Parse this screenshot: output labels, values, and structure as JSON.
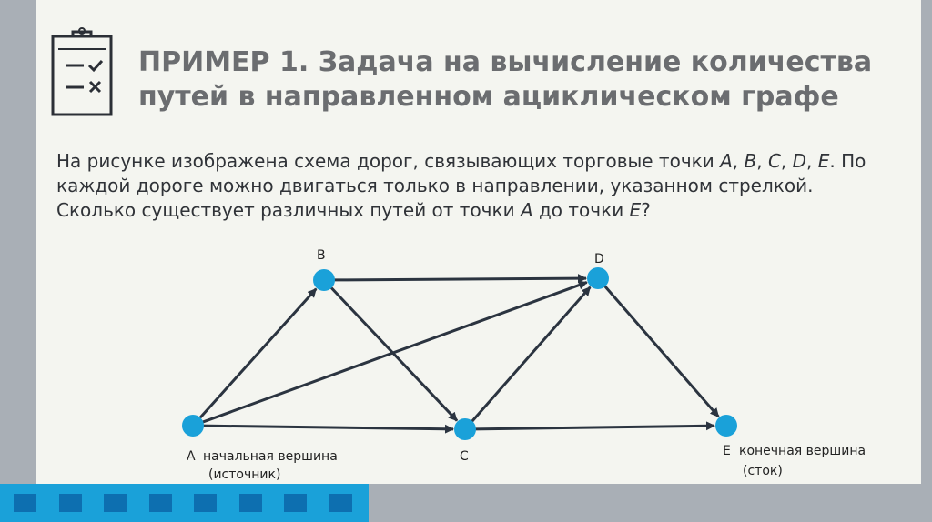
{
  "title": "ПРИМЕР 1. Задача на вычисление количества путей в направленном ациклическом графе",
  "task": {
    "p1": "На рисунке изображена схема дорог, связывающих торговые точки ",
    "A": "A",
    "sep": ", ",
    "B": "B",
    "C": "C",
    "D": "D",
    "E": "E",
    "p2": ". По каждой дороге можно двигаться только в направлении, указанном стрелкой. Сколько существует различных путей от точки ",
    "p3": " до точки ",
    "p4": "?"
  },
  "graph": {
    "nodes": {
      "A": {
        "label": "A",
        "caption_line1": "начальная вершина",
        "caption_line2": "(источник)"
      },
      "B": {
        "label": "B"
      },
      "C": {
        "label": "C"
      },
      "D": {
        "label": "D"
      },
      "E": {
        "label": "E",
        "caption_line1": "конечная вершина",
        "caption_line2": "(сток)"
      }
    },
    "edges": [
      [
        "A",
        "B"
      ],
      [
        "A",
        "D"
      ],
      [
        "A",
        "C"
      ],
      [
        "B",
        "D"
      ],
      [
        "B",
        "C"
      ],
      [
        "C",
        "D"
      ],
      [
        "C",
        "E"
      ],
      [
        "D",
        "E"
      ]
    ],
    "node_color": "#1aa1d9",
    "edge_color": "#2b3440"
  },
  "colors": {
    "slide_bg": "#f4f5f0",
    "frame_gray": "#a9afb6",
    "bar_blue": "#1aa1d9",
    "square_blue": "#0d6fb0",
    "title_gray": "#6b6d70"
  }
}
